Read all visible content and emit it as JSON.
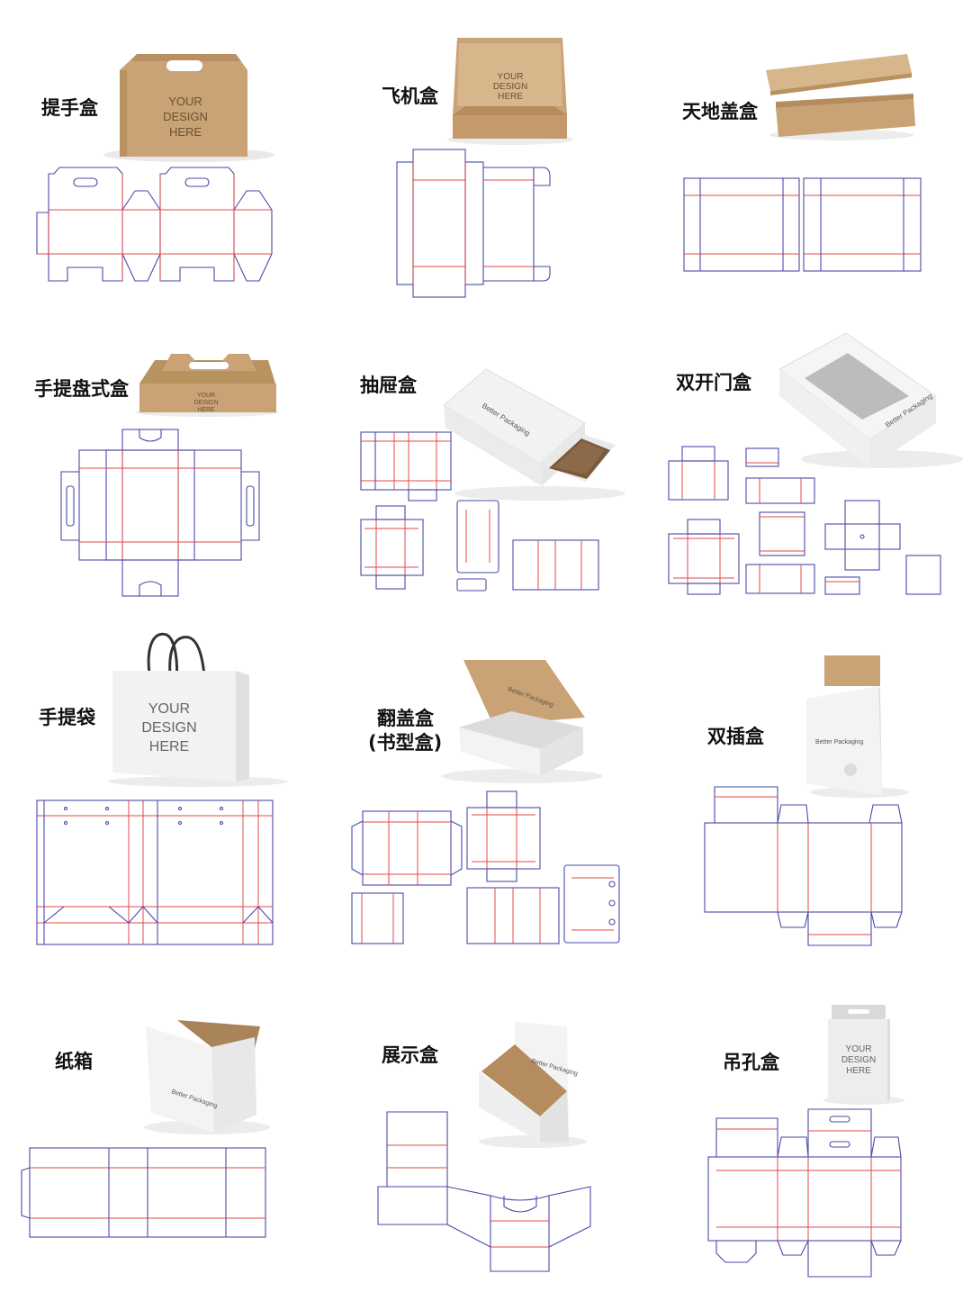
{
  "colors": {
    "kraft": "#c9a275",
    "kraft_dark": "#a9845a",
    "kraft_light": "#d8b68c",
    "white_box": "#f3f3f3",
    "cut_line": "#4a4aa8",
    "fold_line": "#e04848"
  },
  "mockup_text": {
    "your": "YOUR",
    "design": "DESIGN",
    "here": "HERE",
    "brand": "Better Packaging"
  },
  "boxes": [
    {
      "name": "提手盒"
    },
    {
      "name": "飞机盒"
    },
    {
      "name": "天地盖盒"
    },
    {
      "name": "手提盘式盒"
    },
    {
      "name": "抽屉盒"
    },
    {
      "name": "双开门盒"
    },
    {
      "name": "手提袋"
    },
    {
      "name": "翻盖盒",
      "subtitle": "(书型盒)"
    },
    {
      "name": "双插盒"
    },
    {
      "name": "纸箱"
    },
    {
      "name": "展示盒"
    },
    {
      "name": "吊孔盒"
    }
  ]
}
